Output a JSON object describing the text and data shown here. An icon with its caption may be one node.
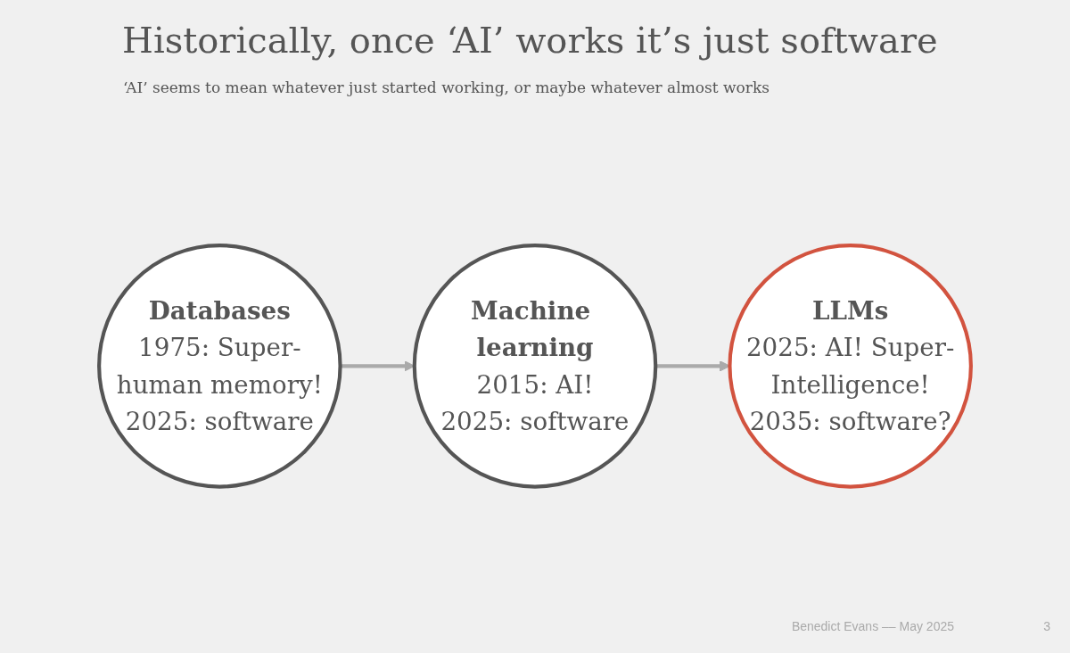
{
  "diagram": {
    "title": "Historically, once ‘AI’ works it’s just software",
    "nodes": [
      {
        "text": [
          "Databases",
          "1975: Super-human memory!",
          "2025: software"
        ]
      },
      {
        "text": [
          "Machine learning",
          "2015: AI!",
          "2025: software"
        ]
      },
      {
        "text": [
          "LLMs",
          "2025: AI! Super-Intelligence!",
          "2035: software?"
        ]
      }
    ],
    "edges": [
      {
        "from": 0,
        "to": 1,
        "arrow": "to"
      },
      {
        "from": 1,
        "to": 2,
        "arrow": "to"
      }
    ],
    "labels": [
      "‘AI’ seems to mean whatever just started working, or maybe whatever almost works",
      "Benedict Evans –– May 2025",
      "3"
    ]
  }
}
